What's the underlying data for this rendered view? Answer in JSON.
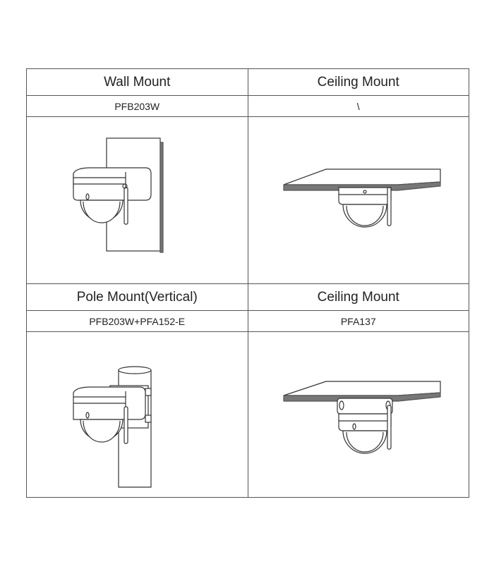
{
  "table": {
    "rows": [
      {
        "left": {
          "title": "Wall Mount",
          "model": "PFB203W"
        },
        "right": {
          "title": "Ceiling Mount",
          "model": "\\"
        }
      },
      {
        "left": {
          "title": "Pole Mount(Vertical)",
          "model": "PFB203W+PFA152-E"
        },
        "right": {
          "title": "Ceiling Mount",
          "model": "PFA137"
        }
      }
    ]
  }
}
